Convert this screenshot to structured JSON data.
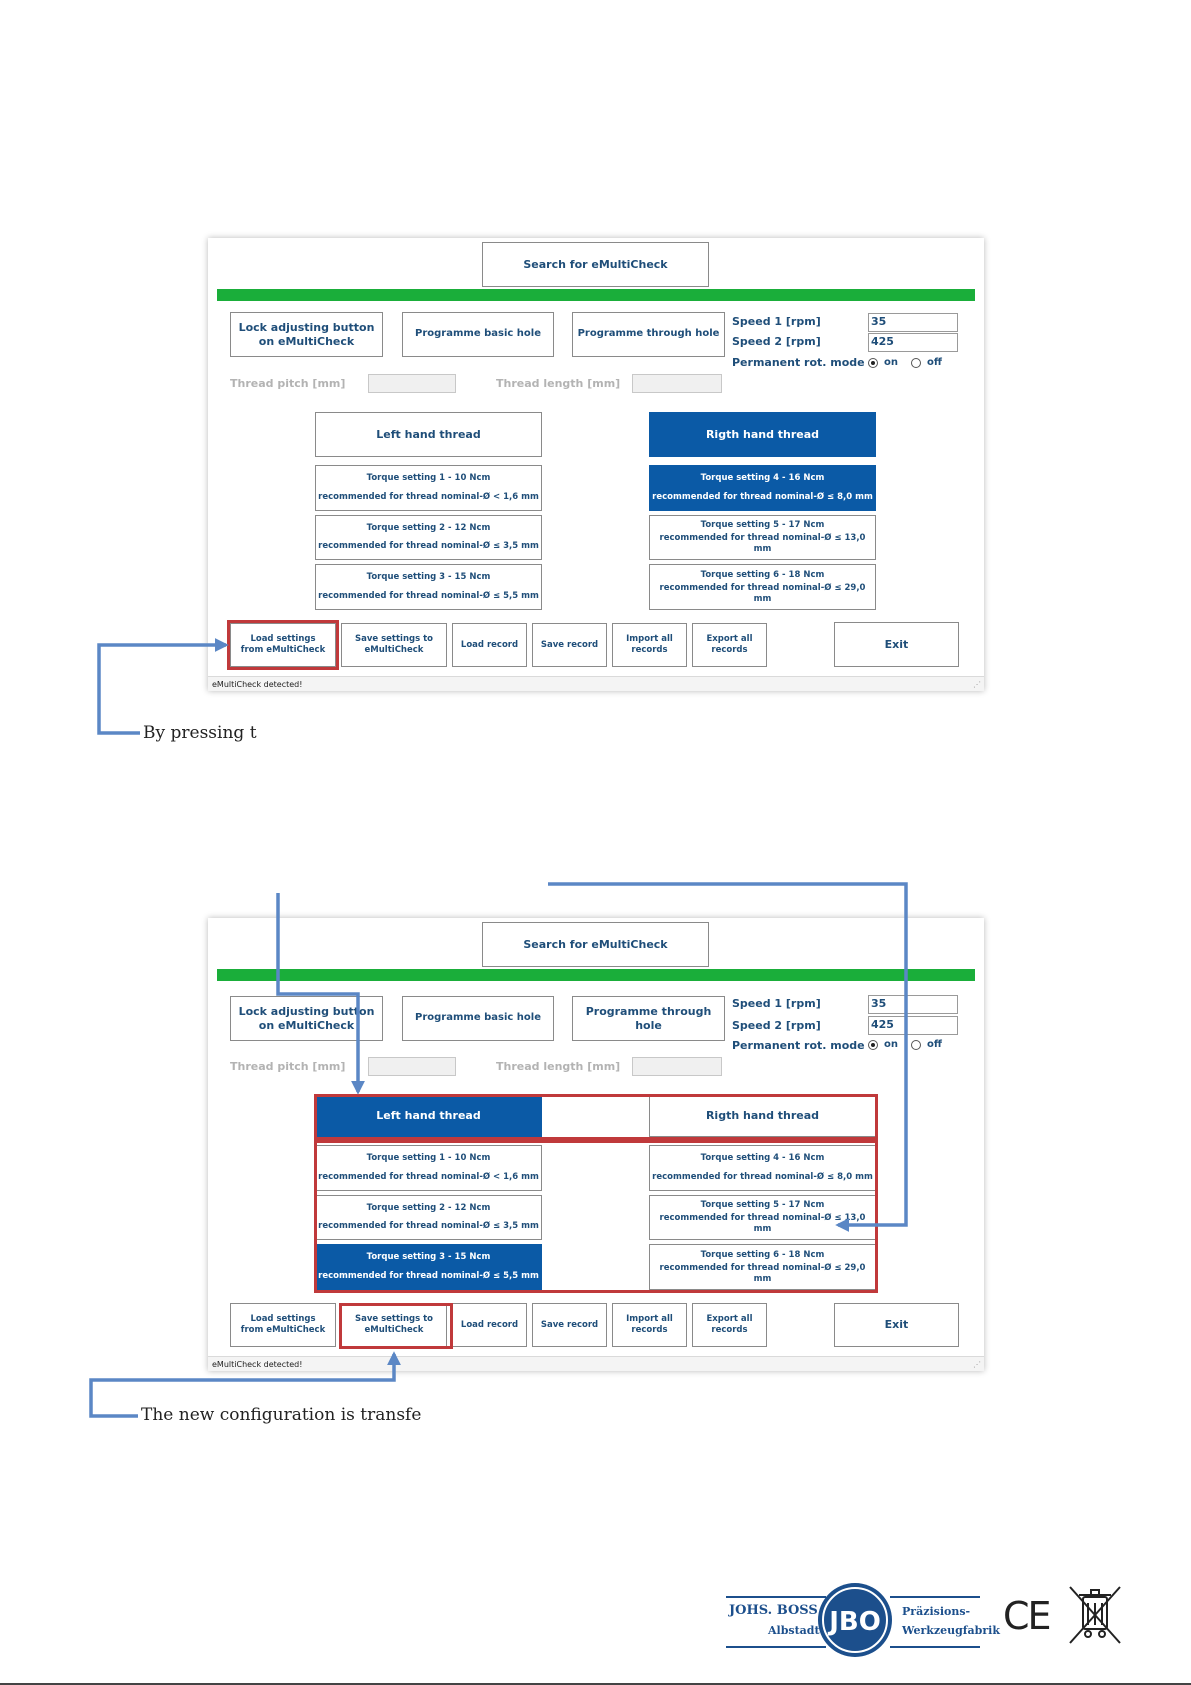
{
  "window1": {
    "search_button": "Search for eMultiCheck",
    "lock_button": "Lock adjusting button on eMultiCheck",
    "prog_basic": "Programme basic hole",
    "prog_through": "Programme through hole",
    "speed1_label": "Speed 1 [rpm]",
    "speed1_value": "35",
    "speed2_label": "Speed 2 [rpm]",
    "speed2_value": "425",
    "perm_label": "Permanent rot. mode",
    "radio_on": "on",
    "radio_off": "off",
    "radio_selected": "on",
    "thread_pitch": "Thread pitch [mm]",
    "thread_length": "Thread length [mm]",
    "left_thread": "Left hand thread",
    "right_thread": "Rigth hand thread",
    "torque": [
      {
        "title": "Torque setting 1 - 10 Ncm",
        "rec": "recommended for thread nominal-Ø < 1,6 mm"
      },
      {
        "title": "Torque setting 2 - 12 Ncm",
        "rec": "recommended for thread nominal-Ø ≤ 3,5 mm"
      },
      {
        "title": "Torque setting 3 - 15 Ncm",
        "rec": "recommended for thread nominal-Ø ≤ 5,5 mm"
      },
      {
        "title": "Torque setting 4 - 16 Ncm",
        "rec": "recommended for thread nominal-Ø ≤ 8,0 mm"
      },
      {
        "title": "Torque setting 5 - 17 Ncm",
        "rec": "recommended for thread nominal-Ø ≤ 13,0 mm"
      },
      {
        "title": "Torque setting 6 - 18 Ncm",
        "rec": "recommended for thread nominal-Ø ≤ 29,0 mm"
      }
    ],
    "load_settings": "Load settings from eMultiCheck",
    "save_settings": "Save settings to eMultiCheck",
    "load_record": "Load record",
    "save_record": "Save record",
    "import_all": "Import all records",
    "export_all": "Export all records",
    "exit": "Exit",
    "status": "eMultiCheck detected!"
  },
  "caption1": "By pressing t",
  "caption2": "The new configuration is transfe",
  "logo": {
    "company": "JOHS. BOSS",
    "city": "Albstadt",
    "mark": "JBO",
    "tag1": "Präzisions-",
    "tag2": "Werkzeugfabrik",
    "ce": "CE"
  },
  "colors": {
    "accent": "#0b5aa6",
    "highlight": "#c0393b",
    "bar": "#1aae3a",
    "arrow": "#5b87c5"
  }
}
